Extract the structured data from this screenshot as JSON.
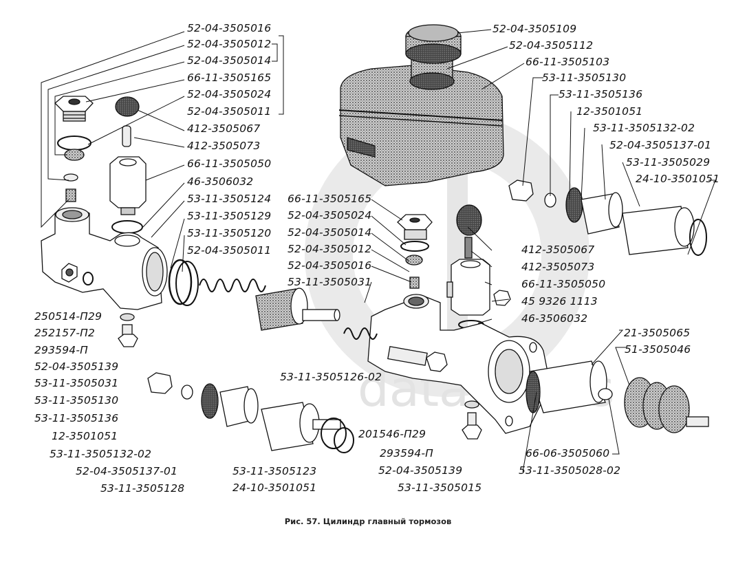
{
  "caption": "Рис. 57. Цилиндр главный тормозов",
  "watermark": "data-parts",
  "labels": {
    "top_left": [
      "52-04-3505016",
      "52-04-3505012",
      "52-04-3505014",
      "66-11-3505165",
      "52-04-3505024",
      "52-04-3505011",
      "412-3505067",
      "412-3505073",
      "66-11-3505050",
      "46-3506032",
      "53-11-3505124",
      "53-11-3505129",
      "53-11-3505120",
      "52-04-3505011"
    ],
    "reservoir": [
      "52-04-3505109",
      "52-04-3505112",
      "66-11-3505103"
    ],
    "top_right": [
      "53-11-3505130",
      "53-11-3505136",
      "12-3501051",
      "53-11-3505132-02",
      "52-04-3505137-01",
      "53-11-3505029",
      "24-10-3501051"
    ],
    "middle": [
      "66-11-3505165",
      "52-04-3505024",
      "52-04-3505014",
      "52-04-3505012",
      "52-04-3505016",
      "53-11-3505031"
    ],
    "middle_right": [
      "412-3505067",
      "412-3505073",
      "66-11-3505050",
      "45 9326 1113",
      "46-3506032"
    ],
    "left_bottom": [
      "250514-П29",
      "252157-П2",
      "293594-П",
      "52-04-3505139",
      "53-11-3505031"
    ],
    "bottom_left": [
      "53-11-3505130",
      "53-11-3505136",
      "12-3501051",
      "53-11-3505132-02",
      "52-04-3505137-01",
      "53-11-3505128"
    ],
    "bottom_center": [
      "53-11-3505126-02",
      "53-11-3505123",
      "24-10-3501051",
      "201546-П29",
      "293594-П",
      "52-04-3505139",
      "53-11-3505015"
    ],
    "bottom_right": [
      "21-3505065",
      "51-3505046",
      "66-06-3505060",
      "53-11-3505028-02"
    ]
  }
}
